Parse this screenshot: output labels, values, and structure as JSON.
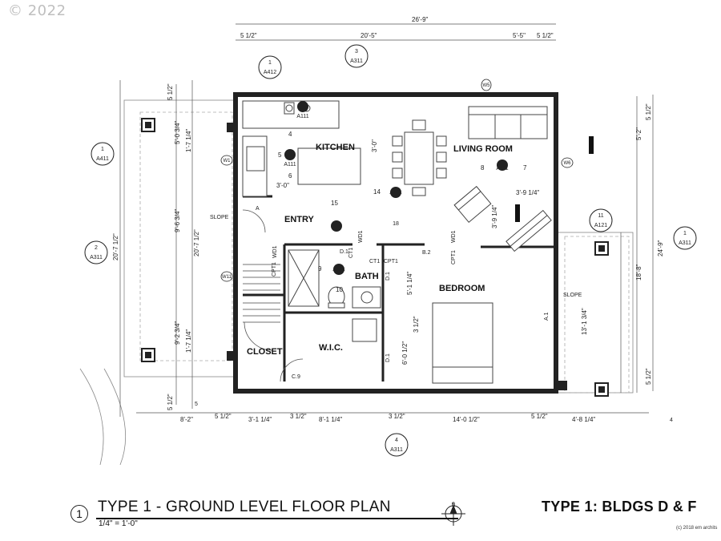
{
  "copyright": "© 2022",
  "rooms": {
    "kitchen": "KITCHEN",
    "living": "LIVING ROOM",
    "entry": "ENTRY",
    "bath": "BATH",
    "bedroom": "BEDROOM",
    "closet": "CLOSET",
    "wic": "W.I.C."
  },
  "dims": {
    "overall_width": "26'-9\"",
    "top_mid": "20'-5\"",
    "top_left_small": "5 1/2\"",
    "top_right": "5'-5\"",
    "top_right_small": "5 1/2\"",
    "left_top_small": "5 1/2\"",
    "left_a": "5'-0 3/4\"",
    "left_b": "1'-7 1/4\"",
    "left_c": "9'-6 3/4\"",
    "left_d": "20'-7 1/2\"",
    "left_e": "9'-2 3/4\"",
    "left_f": "1'-7 1/4\"",
    "left_overall": "20'-7 1/2\"",
    "left_bottom_small": "5 1/2\"",
    "bottom_a": "8'-2\"",
    "bottom_b": "5 1/2\"",
    "bottom_c": "3'-1 1/4\"",
    "bottom_d": "3 1/2\"",
    "bottom_e": "8'-1 1/4\"",
    "bottom_f": "3 1/2\"",
    "bottom_g": "14'-0 1/2\"",
    "bottom_h": "5 1/2\"",
    "bottom_i": "4'-8 1/4\"",
    "right_top_small": "5 1/2\"",
    "right_a": "5'-2\"",
    "right_overall": "24'-9\"",
    "right_b": "18'-8\"",
    "right_bottom_small": "5 1/2\"",
    "kitchen_3_0a": "3'-0\"",
    "kitchen_3_0b": "3'-0\"",
    "living_3_9a": "3'-9 1/4\"",
    "living_3_9b": "3'-9 1/4\"",
    "bath_5_1": "5'-1 1/4\"",
    "wic_3_1": "3 1/2\"",
    "wic_6_0": "6'-0 1/2\"",
    "right_13_1": "13'-1 3/4\""
  },
  "notes": {
    "slope1": "SLOPE",
    "slope2": "SLOPE",
    "ct1": "CT1",
    "cpt1a": "CPT1",
    "ct1b": "CT1",
    "cpt1b": "CPT1",
    "cpt1c": "CPT1",
    "wd1a": "WD1",
    "wd1b": "WD1",
    "wd1c": "WD1",
    "d1a": "D.1",
    "d1b": "D.1",
    "d1c": "D.1",
    "b2": "B.2",
    "a_tag": "A",
    "a1_tag": "A.1",
    "c9": "C.9",
    "w1": "W1",
    "w5": "W5",
    "w6": "W6",
    "w11": "W11",
    "n1": "4",
    "n2": "5",
    "n3": "6",
    "n8": "8",
    "n7": "7",
    "n9": "9",
    "n10": "10",
    "n14": "14",
    "n15": "15"
  },
  "callouts": {
    "c1": {
      "num": "1",
      "ref": "A412"
    },
    "c2": {
      "num": "3",
      "ref": "A311"
    },
    "c3": {
      "num": "1",
      "ref": "A411"
    },
    "c4": {
      "num": "2",
      "ref": "A311"
    },
    "c5": {
      "num": "1",
      "ref": "A311"
    },
    "c6": {
      "num": "11",
      "ref": "A121"
    },
    "c7": {
      "num": "4",
      "ref": "A311"
    },
    "e1": {
      "ref": "A111"
    },
    "e2": {
      "ref": "A111"
    },
    "e3": {
      "ref": "A111"
    },
    "e4": {
      "ref": "A111"
    },
    "e5": {
      "ref": "A111"
    },
    "tag18": "18",
    "tag5": "5",
    "tag4": "4"
  },
  "title": {
    "number": "1",
    "main": "TYPE 1 - GROUND LEVEL FLOOR PLAN",
    "scale": "1/4\" = 1'-0\"",
    "right": "TYPE 1: BLDGS D & F",
    "credit": "(c) 2018 em archits",
    "north": "N"
  }
}
